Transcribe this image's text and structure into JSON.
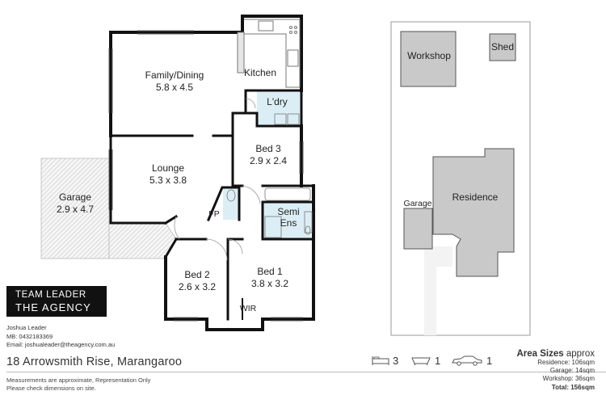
{
  "rooms": {
    "family_dining": {
      "name": "Family/Dining",
      "dims": "5.8 x 4.5"
    },
    "kitchen": {
      "name": "Kitchen"
    },
    "laundry": {
      "name": "L'dry"
    },
    "lounge": {
      "name": "Lounge",
      "dims": "5.3 x 3.8"
    },
    "bed3": {
      "name": "Bed 3",
      "dims": "2.9 x 2.4"
    },
    "garage": {
      "name": "Garage",
      "dims": "2.9 x 4.7"
    },
    "fireplace": {
      "name": "FP"
    },
    "semi_ens": {
      "line1": "Semi",
      "line2": "Ens"
    },
    "bed2": {
      "name": "Bed 2",
      "dims": "2.6 x 3.2"
    },
    "bed1": {
      "name": "Bed 1",
      "dims": "3.8 x 3.2"
    },
    "wir": {
      "name": "WIR"
    }
  },
  "site": {
    "workshop": "Workshop",
    "shed": "Shed",
    "residence": "Residence",
    "garage": "Garage"
  },
  "brand": {
    "line1": "TEAM LEADER",
    "line2": "THE AGENCY"
  },
  "agent": {
    "name": "Joshua Leader",
    "mobile": "MB: 0432183369",
    "email": "Email: joshualeader@theagency.com.au"
  },
  "address": "18 Arrowsmith Rise, Marangaroo",
  "disclaimer": {
    "line1": "Measurements are approximate, Representation Only",
    "line2": "Please check dimensions on site."
  },
  "features": {
    "beds": "3",
    "baths": "1",
    "cars": "1"
  },
  "area_sizes": {
    "title": "Area Sizes",
    "title_suffix": "approx",
    "residence": "Residence: 106sqm",
    "garage": "Garage: 14sqm",
    "workshop": "Workshop: 36sqm",
    "total": "Total: 156sqm"
  },
  "colors": {
    "wall": "#111111",
    "wet_area": "#dceef5",
    "site_building": "#c9c9c9",
    "hatch": "#cfcfcf"
  }
}
